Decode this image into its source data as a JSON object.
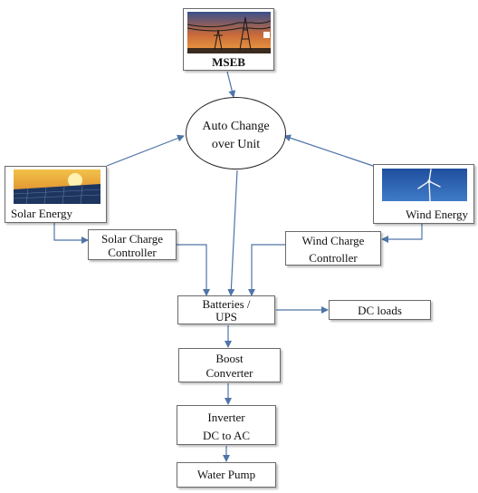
{
  "nodes": {
    "mseb": {
      "label": "MSEB",
      "image": "power-transmission-tower-sunset"
    },
    "auto_change": {
      "line1": "Auto Change",
      "line2": "over Unit"
    },
    "solar_energy": {
      "label": "Solar Energy",
      "image": "solar-panel-sunset"
    },
    "wind_energy": {
      "label": "Wind Energy",
      "image": "wind-turbine-sky"
    },
    "solar_controller": {
      "line1": "Solar Charge",
      "line2": "Controller"
    },
    "wind_controller": {
      "line1": "Wind Charge",
      "line2": "Controller"
    },
    "batteries": {
      "line1": "Batteries /",
      "line2": "UPS"
    },
    "dc_loads": {
      "label": "DC loads"
    },
    "boost": {
      "line1": "Boost",
      "line2": "Converter"
    },
    "inverter": {
      "line1": "Inverter",
      "line2": "DC to AC"
    },
    "pump": {
      "label": "Water Pump"
    }
  },
  "colors": {
    "arrow": "#4f74a8",
    "border": "#6a6a6a",
    "sky_sunset": "#e07a2a",
    "sky_blue": "#2c5fae"
  }
}
